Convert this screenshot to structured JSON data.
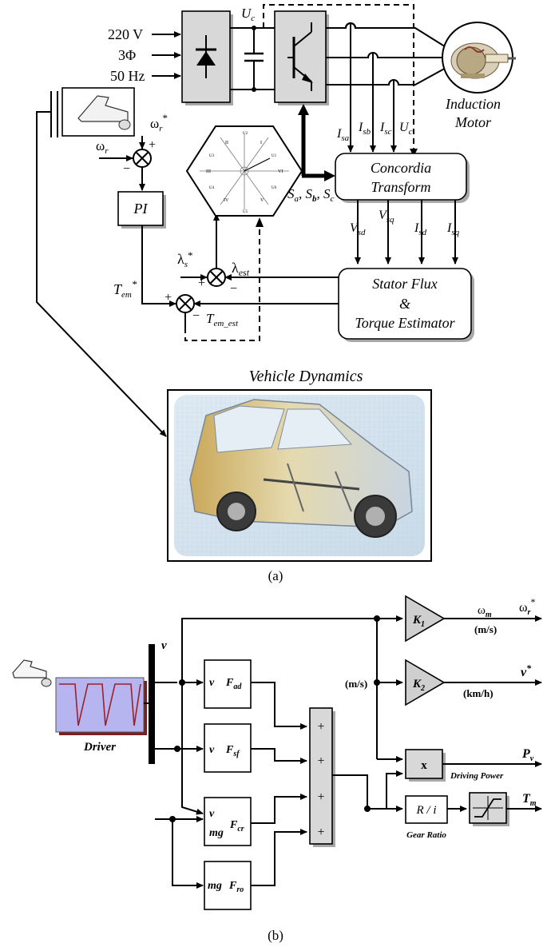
{
  "diagram_a": {
    "inputs": {
      "voltage": "220 V",
      "phase": "3Φ",
      "freq": "50 Hz"
    },
    "uc_top": "U",
    "uc_top_sub": "c",
    "motor_label_1": "Induction",
    "motor_label_2": "Motor",
    "omega_r_star": "ω",
    "omega_r_star_sub": "r",
    "omega_r_star_sup": "*",
    "omega_r": "ω",
    "omega_r_sub": "r",
    "plus": "+",
    "minus": "−",
    "pi_label": "PI",
    "currents": [
      {
        "main": "I",
        "sub": "sa"
      },
      {
        "main": "I",
        "sub": "sb"
      },
      {
        "main": "I",
        "sub": "sc"
      },
      {
        "main": "U",
        "sub": "c"
      }
    ],
    "concordia_1": "Concordia",
    "concordia_2": "Transform",
    "switch_s": "S",
    "switch_a": "a",
    "switch_b": "b",
    "switch_c": "c",
    "comma": ", ",
    "outputs": [
      {
        "main": "V",
        "sub": "sd"
      },
      {
        "main": "V",
        "sub": "sq"
      },
      {
        "main": "I",
        "sub": "sd"
      },
      {
        "main": "I",
        "sub": "sq"
      }
    ],
    "lambda_s_star": "λ",
    "lambda_s_sub": "s",
    "star": "*",
    "lambda_est": "λ",
    "lambda_est_sub": "est",
    "tem_star": "T",
    "tem_star_sub": "em",
    "tem_est": "T",
    "tem_est_sub": "em_est",
    "estimator_1": "Stator Flux",
    "estimator_2": "&",
    "estimator_3": "Torque Estimator",
    "vehicle_title": "Vehicle Dynamics",
    "hex_sectors": [
      "I",
      "II",
      "III",
      "IV",
      "V",
      "VI"
    ],
    "hex_vectors": [
      "U1",
      "U2",
      "U3",
      "U4",
      "U5",
      "U6"
    ],
    "caption": "(a)"
  },
  "diagram_b": {
    "v": "v",
    "driver": "Driver",
    "blocks": [
      {
        "in1": "v",
        "in2": "",
        "out": "F",
        "out_sub": "ad"
      },
      {
        "in1": "v",
        "in2": "",
        "out": "F",
        "out_sub": "sf"
      },
      {
        "in1": "v",
        "in2": "mg",
        "out": "F",
        "out_sub": "cr"
      },
      {
        "in1": "mg",
        "in2": "",
        "out": "F",
        "out_sub": "ro"
      }
    ],
    "sum_signs": [
      "+",
      "+",
      "+",
      "+"
    ],
    "k1": "K",
    "k1_sub": "1",
    "k2": "K",
    "k2_sub": "2",
    "omega_m": "ω",
    "omega_m_sub": "m",
    "unit_ms_1": "(m/s)",
    "unit_ms_2": "(m/s)",
    "unit_kmh": "(km/h)",
    "omega_r_star": "ω",
    "omega_r_star_sub": "r",
    "omega_r_star_sup": "*",
    "v_star": "v",
    "v_star_sup": "*",
    "mult": "x",
    "driving_power": "Driving Power",
    "pv": "P",
    "pv_sub": "v",
    "gear": "R / i",
    "gear_ratio": "Gear Ratio",
    "tm": "T",
    "tm_sub": "m",
    "caption": "(b)"
  }
}
